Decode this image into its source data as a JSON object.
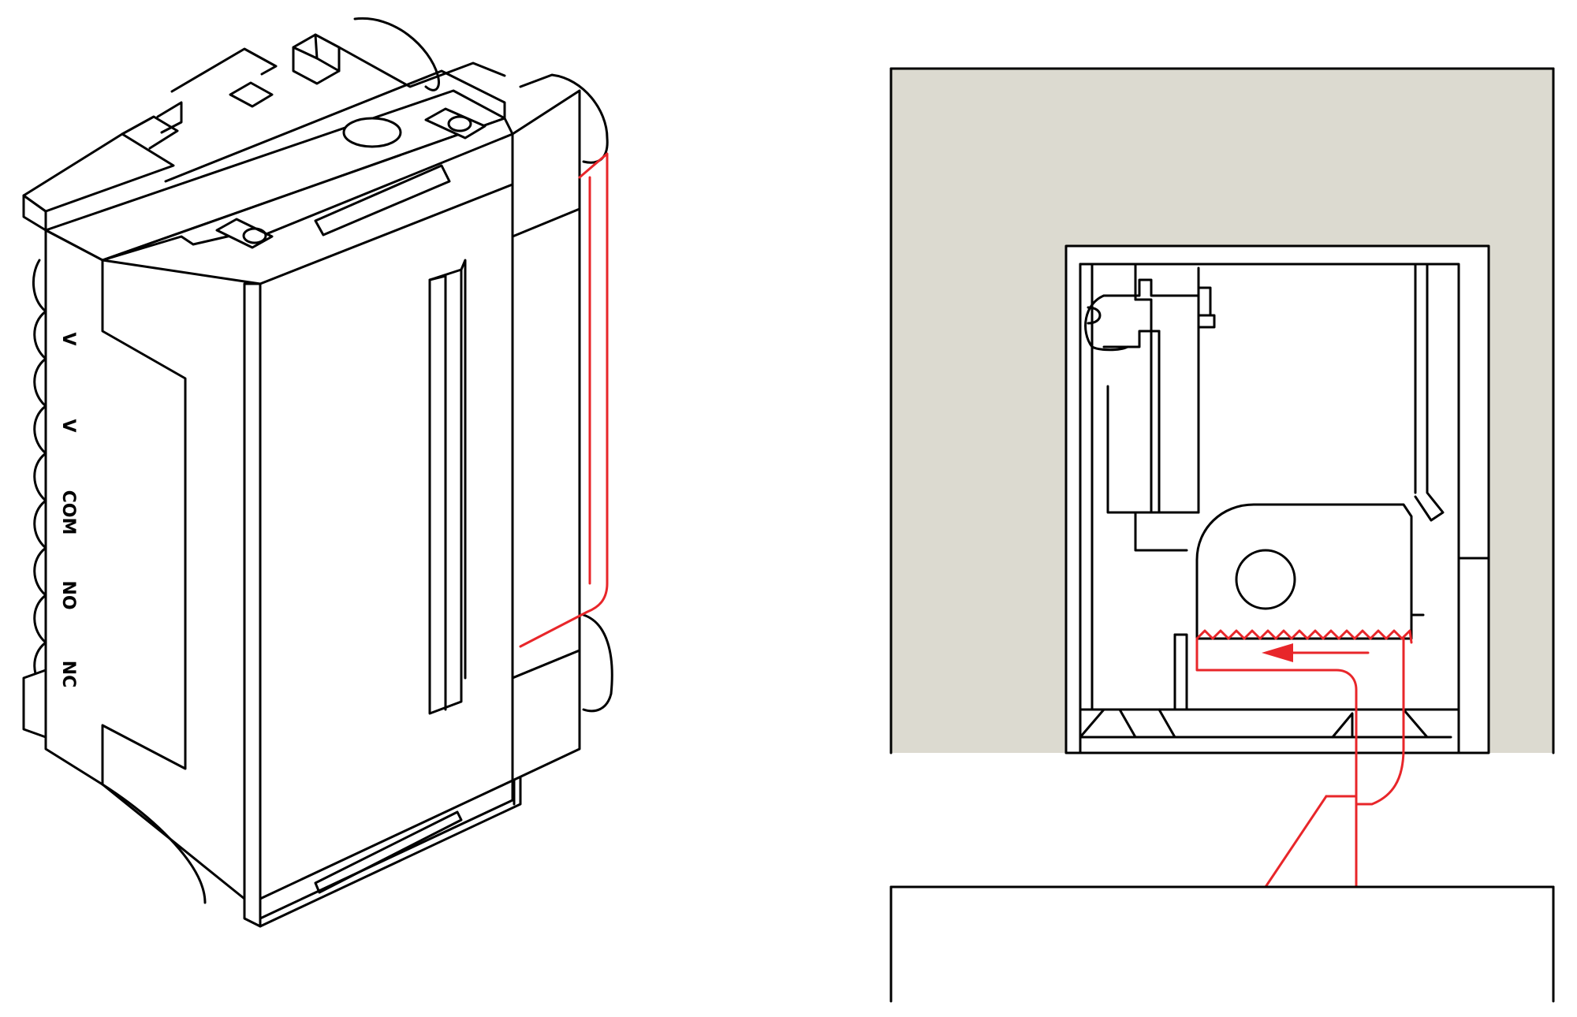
{
  "colors": {
    "wall": "#dcdad0",
    "highlight": "#e8262a",
    "outline": "#000000",
    "background": "#ffffff"
  },
  "terminal_labels": [
    "V",
    "V",
    "COM",
    "NO",
    "NC"
  ]
}
